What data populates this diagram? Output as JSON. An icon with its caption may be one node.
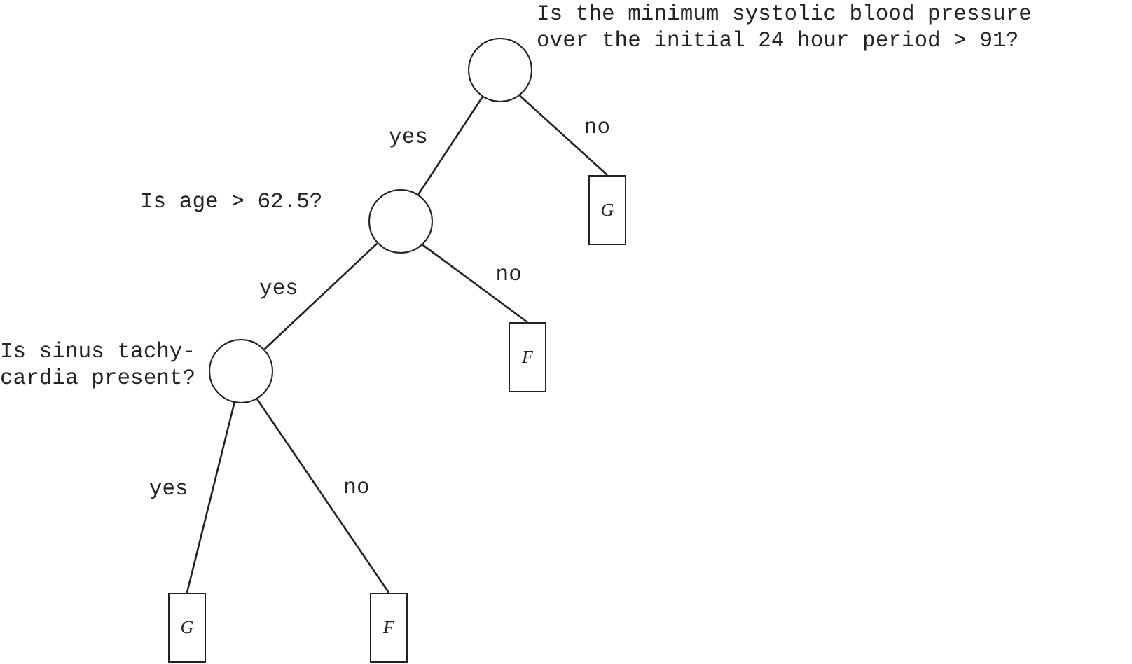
{
  "diagram": {
    "nodes": [
      {
        "text": [
          "Is the minimum systolic blood pressure over the initial 24 hour period > 91?"
        ]
      },
      {
        "text": [
          "Is age > 62.5?"
        ]
      },
      {
        "text": [
          "G"
        ]
      },
      {
        "text": [
          "Is sinus tachy- cardia present?"
        ]
      },
      {
        "text": [
          "F"
        ]
      },
      {
        "text": [
          "G"
        ]
      },
      {
        "text": [
          "F"
        ]
      }
    ],
    "edges": [
      {
        "from": 0,
        "to": 1,
        "arrow": "none",
        "label": "yes"
      },
      {
        "from": 0,
        "to": 2,
        "arrow": "none",
        "label": "no"
      },
      {
        "from": 1,
        "to": 3,
        "arrow": "none",
        "label": "yes"
      },
      {
        "from": 1,
        "to": 4,
        "arrow": "none",
        "label": "no"
      },
      {
        "from": 3,
        "to": 5,
        "arrow": "none",
        "label": "yes"
      },
      {
        "from": 3,
        "to": 6,
        "arrow": "none",
        "label": "no"
      }
    ]
  }
}
